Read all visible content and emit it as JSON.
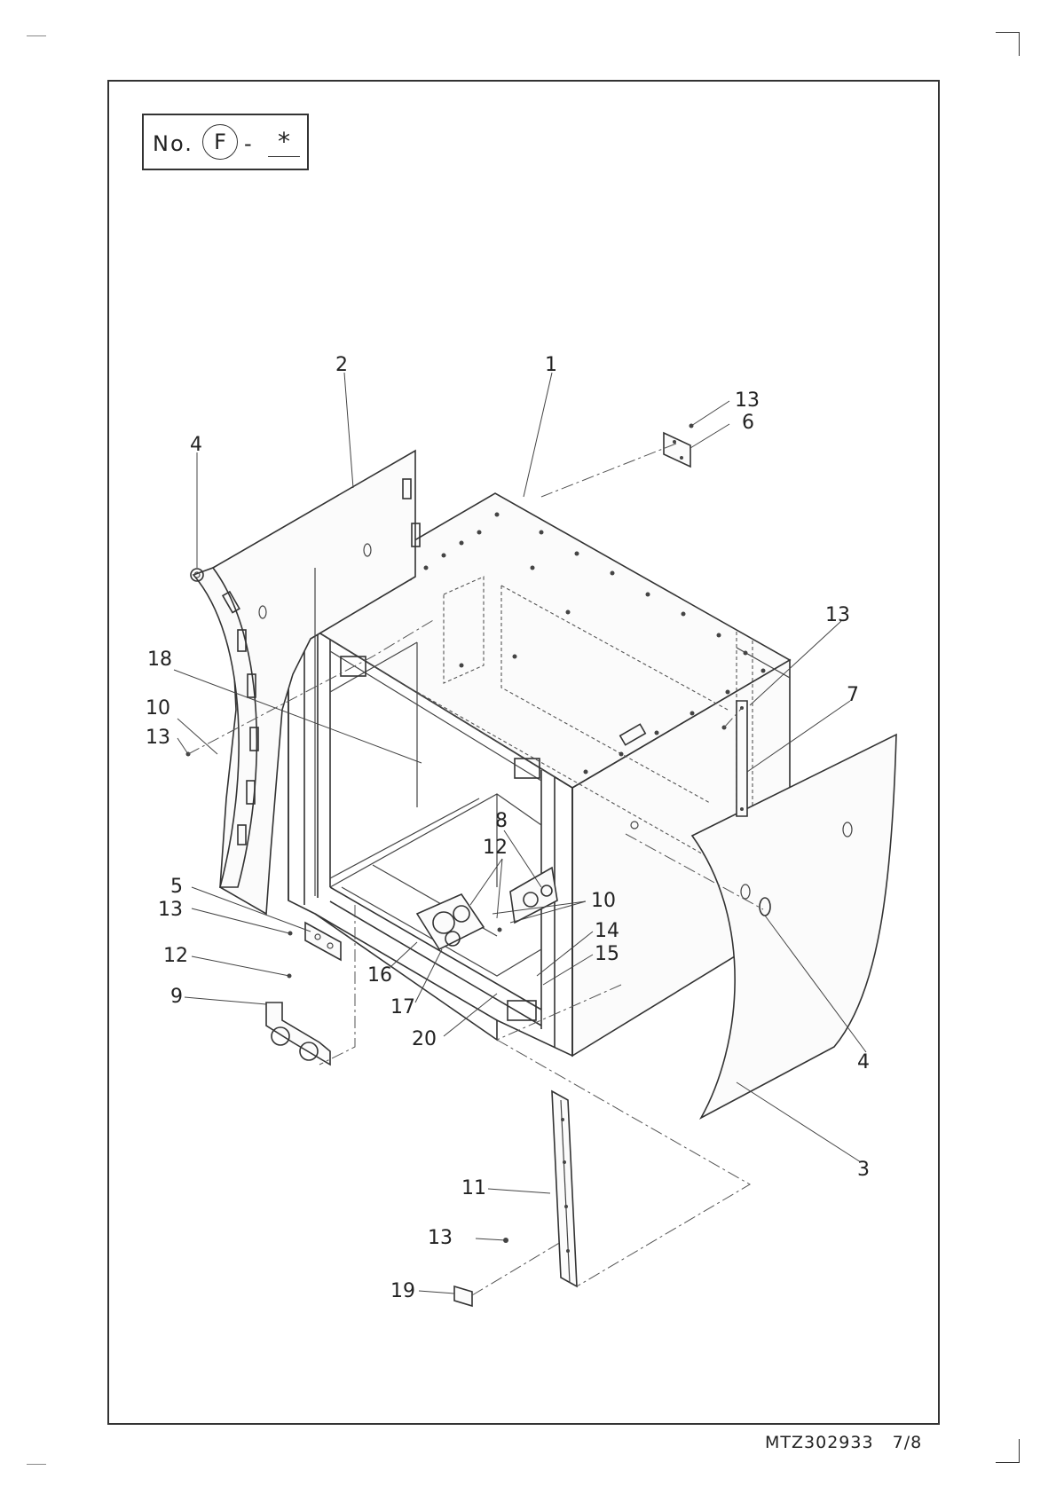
{
  "reference_box": {
    "prefix": "No.",
    "circled_letter": "F",
    "separator": "-",
    "suffix": "*"
  },
  "footer": {
    "drawing_number": "MTZ302933",
    "sheet": "7/8"
  },
  "callouts": {
    "c1": "1",
    "c2": "2",
    "c3": "3",
    "c4_top": "4",
    "c4_right": "4",
    "c5": "5",
    "c6": "6",
    "c7": "7",
    "c8": "8",
    "c9": "9",
    "c10_left": "10",
    "c10_center": "10",
    "c11": "11",
    "c12_left": "12",
    "c12_center": "12",
    "c13_top": "13",
    "c13_right": "13",
    "c13_left": "13",
    "c13_mid": "13",
    "c13_bottom": "13",
    "c14": "14",
    "c15": "15",
    "c16": "16",
    "c17": "17",
    "c18": "18",
    "c19": "19",
    "c20": "20"
  }
}
